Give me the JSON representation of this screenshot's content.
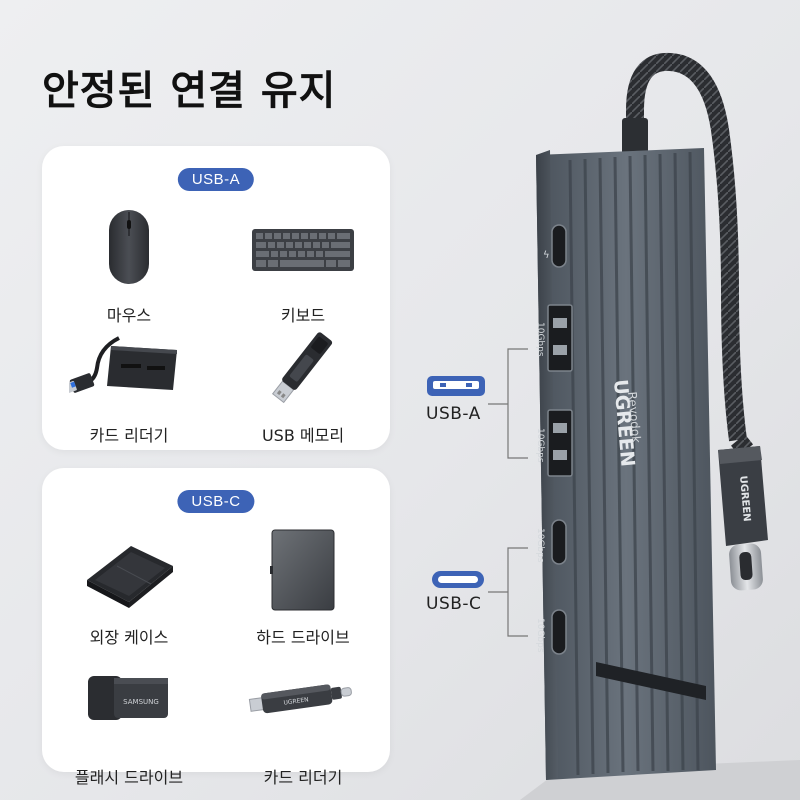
{
  "title": "안정된 연결 유지",
  "usb_a_section": {
    "badge": "USB-A",
    "items": [
      {
        "label": "마우스",
        "icon": "mouse-icon"
      },
      {
        "label": "키보드",
        "icon": "keyboard-icon"
      },
      {
        "label": "카드 리더기",
        "icon": "card-reader-icon"
      },
      {
        "label": "USB 메모리",
        "icon": "usb-drive-icon"
      }
    ]
  },
  "usb_c_section": {
    "badge": "USB-C",
    "items": [
      {
        "label": "외장 케이스",
        "icon": "external-case-icon"
      },
      {
        "label": "하드 드라이브",
        "icon": "hard-drive-icon"
      },
      {
        "label": "플래시 드라이브",
        "icon": "flash-drive-icon"
      },
      {
        "label": "카드 리더기",
        "icon": "card-reader-icon"
      }
    ]
  },
  "hub": {
    "brand": "UGREEN",
    "model": "Revodok",
    "plug_brand": "UGREEN",
    "port_speed": "10Gbps",
    "usb_a_label": "USB-A",
    "usb_c_label": "USB-C",
    "flash_drive_brand": "SAMSUNG",
    "reader_brand": "UGREEN"
  },
  "colors": {
    "badge": "#3d63b6",
    "hub_body": "#5d6670",
    "background": "#e8e9ec"
  }
}
